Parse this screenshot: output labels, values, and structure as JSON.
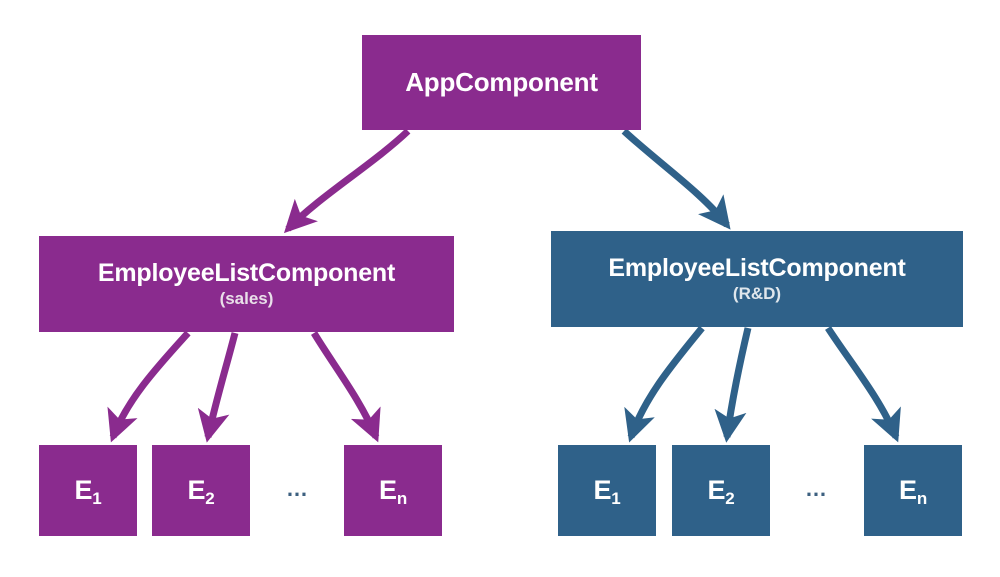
{
  "diagram": {
    "type": "component-tree",
    "background": "#ffffff",
    "colors": {
      "purple": "#8a2b8e",
      "blue": "#2f6189",
      "text": "#ffffff",
      "subtitle_purple": "#e9dfe9",
      "subtitle_blue": "#dfe6ec",
      "ellipsis": "#3d6080"
    },
    "root": {
      "id": "app",
      "label": "AppComponent",
      "color": "#8a2b8e"
    },
    "branches": [
      {
        "id": "sales",
        "label": "EmployeeListComponent",
        "subtitle": "(sales)",
        "color": "#8a2b8e",
        "leaves": [
          {
            "id": "sales-1",
            "base": "E",
            "sub": "1"
          },
          {
            "id": "sales-2",
            "base": "E",
            "sub": "2"
          },
          {
            "id": "sales-n",
            "base": "E",
            "sub": "n"
          }
        ],
        "ellipsis": "…"
      },
      {
        "id": "rnd",
        "label": "EmployeeListComponent",
        "subtitle": "(R&D)",
        "color": "#2f6189",
        "leaves": [
          {
            "id": "rnd-1",
            "base": "E",
            "sub": "1"
          },
          {
            "id": "rnd-2",
            "base": "E",
            "sub": "2"
          },
          {
            "id": "rnd-n",
            "base": "E",
            "sub": "n"
          }
        ],
        "ellipsis": "…"
      }
    ],
    "edges": [
      {
        "from": "app",
        "to": "sales",
        "color": "#8a2b8e"
      },
      {
        "from": "app",
        "to": "rnd",
        "color": "#2f6189"
      },
      {
        "from": "sales",
        "to": "sales-1",
        "color": "#8a2b8e"
      },
      {
        "from": "sales",
        "to": "sales-2",
        "color": "#8a2b8e"
      },
      {
        "from": "sales",
        "to": "sales-n",
        "color": "#8a2b8e"
      },
      {
        "from": "rnd",
        "to": "rnd-1",
        "color": "#2f6189"
      },
      {
        "from": "rnd",
        "to": "rnd-2",
        "color": "#2f6189"
      },
      {
        "from": "rnd",
        "to": "rnd-n",
        "color": "#2f6189"
      }
    ]
  }
}
